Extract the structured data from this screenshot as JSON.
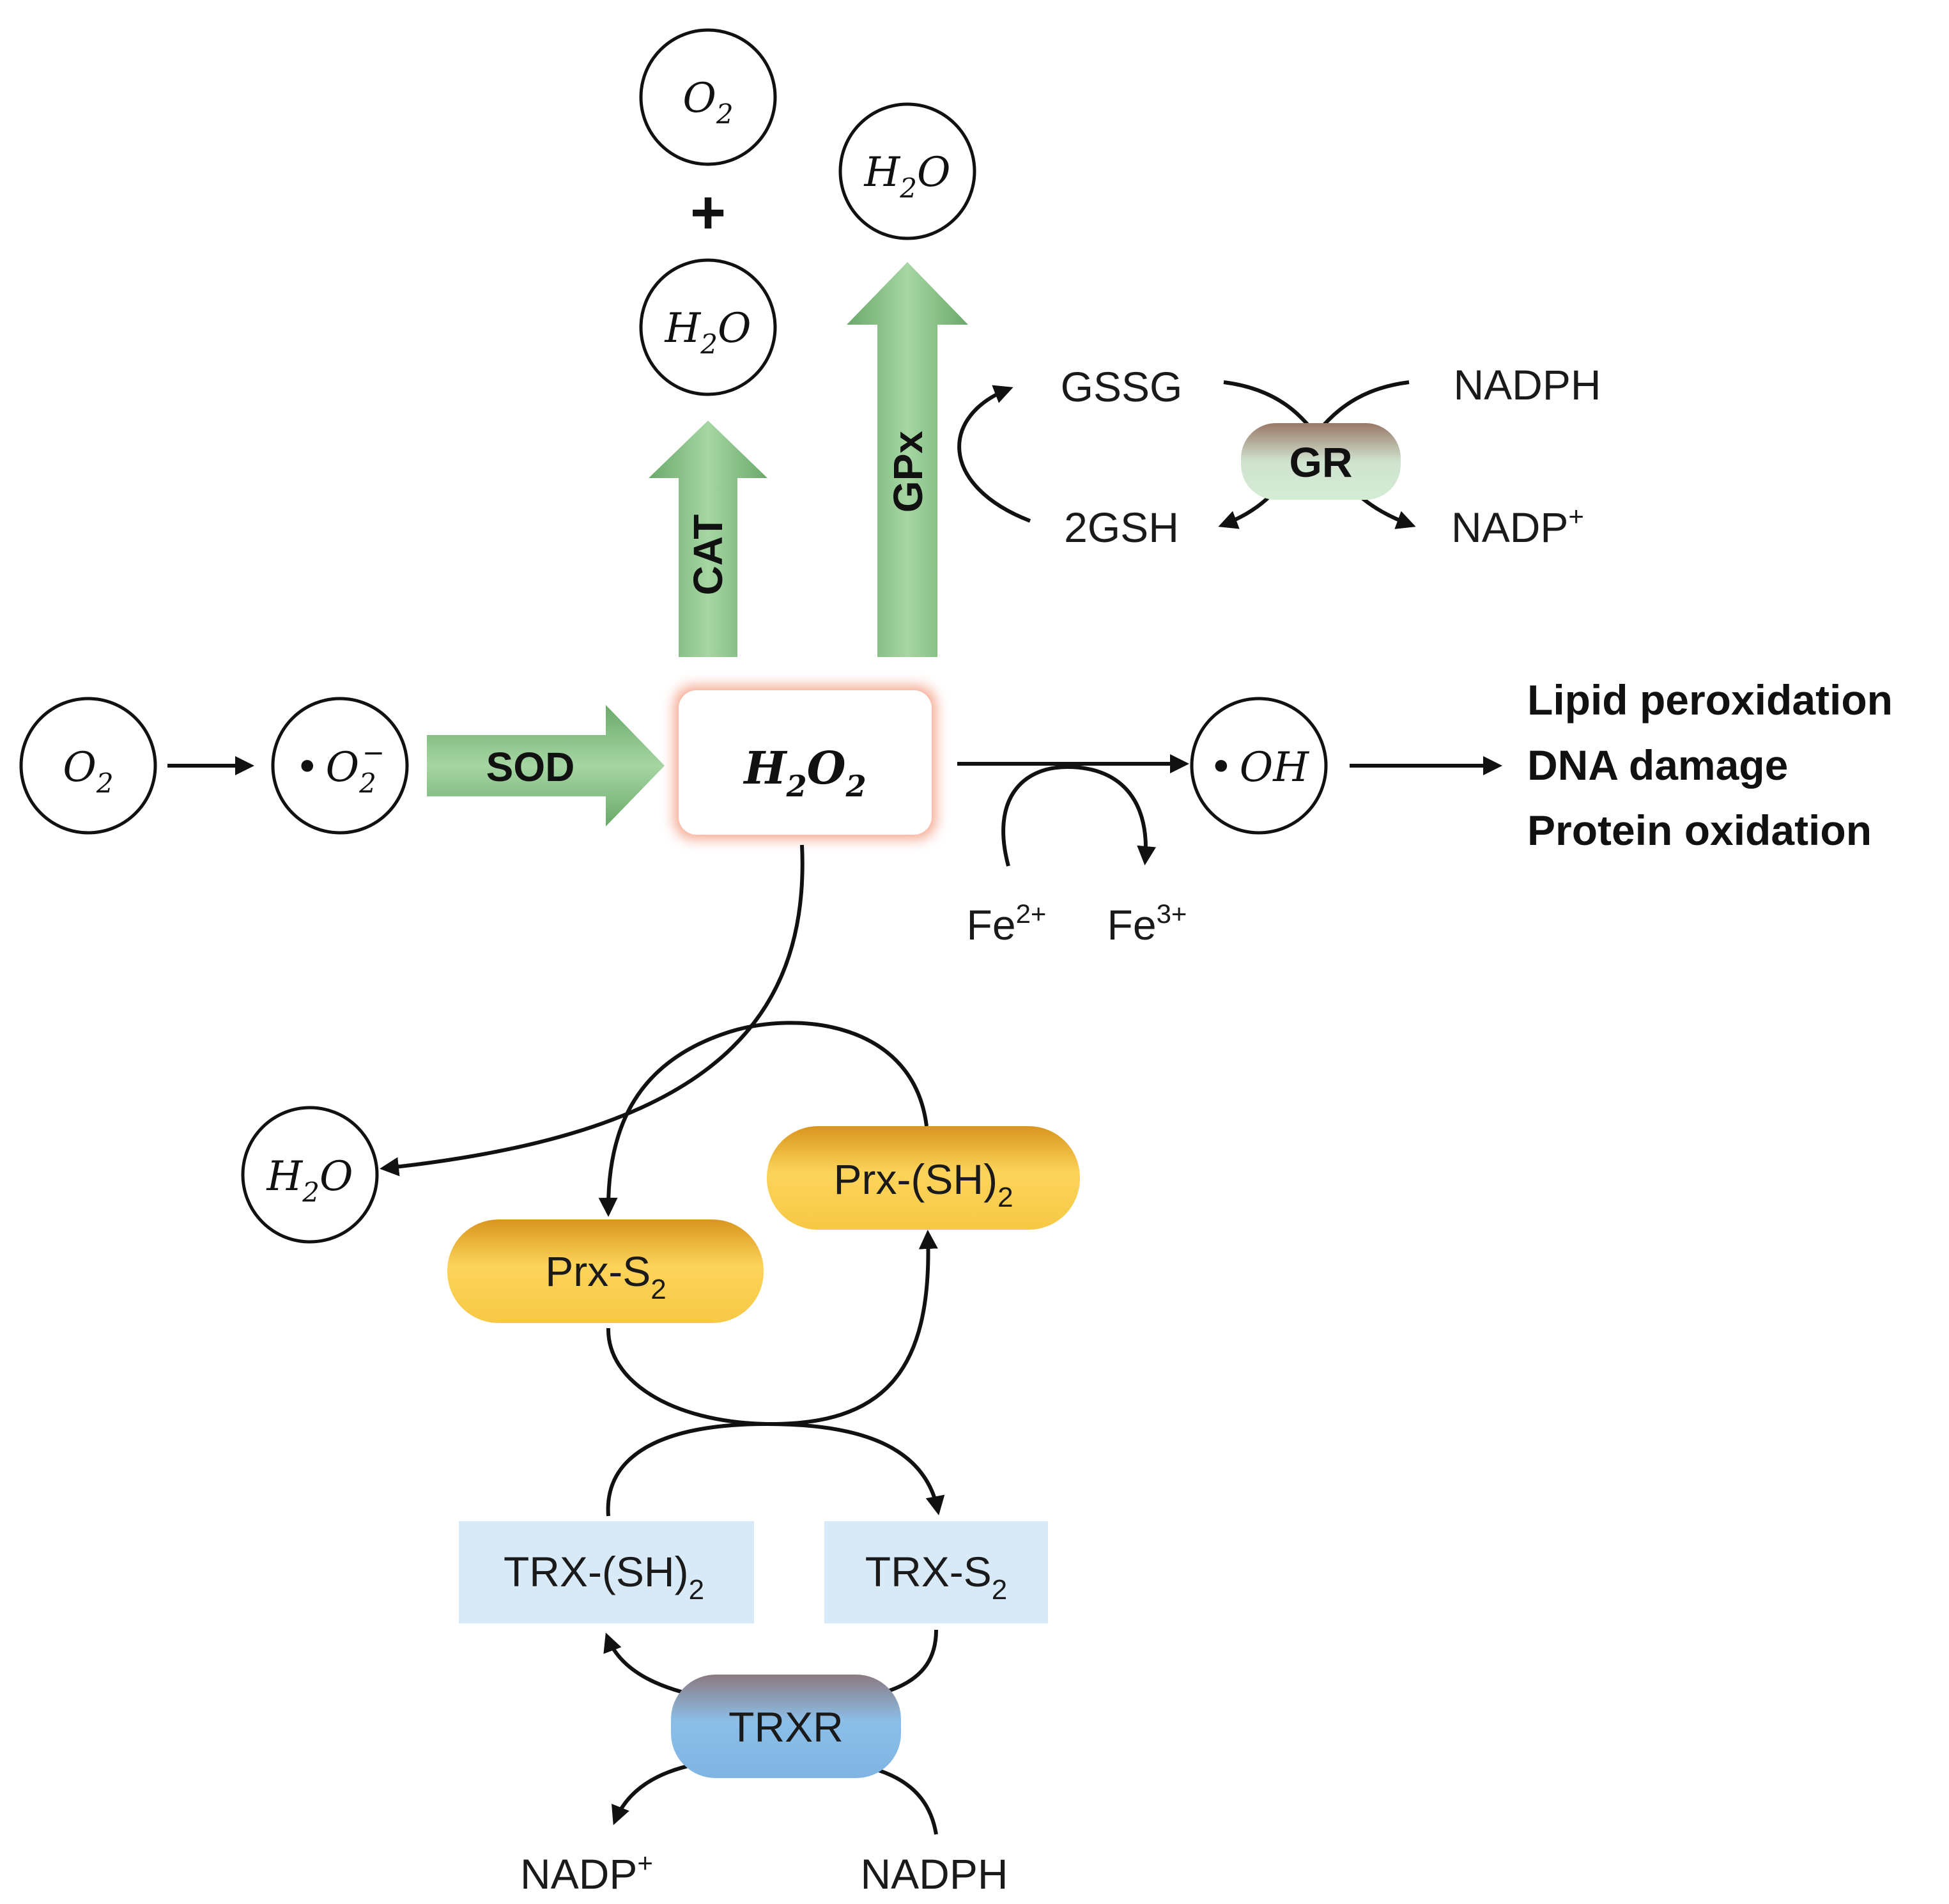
{
  "molecules": {
    "o2_top": {
      "main": "O",
      "sub": "2"
    },
    "plus": "+",
    "h2o_cat": {
      "main": "H",
      "sub": "2",
      "tail": "O"
    },
    "h2o_gpx": {
      "main": "H",
      "sub": "2",
      "tail": "O"
    },
    "o2_left": {
      "main": "O",
      "sub": "2"
    },
    "superoxide": {
      "dot": "•",
      "main": "O",
      "sub": "2",
      "sup": "−"
    },
    "h2o2": {
      "main1": "H",
      "sub1": "2",
      "main2": "O",
      "sub2": "2"
    },
    "hydroxyl": {
      "dot": "•",
      "main": "OH"
    },
    "h2o_prx": {
      "main": "H",
      "sub": "2",
      "tail": "O"
    }
  },
  "enzymes": {
    "sod": "SOD",
    "cat": "CAT",
    "gpx": "GPx",
    "gr": "GR",
    "trxr": "TRXR"
  },
  "glutathione": {
    "gssg": "GSSG",
    "gsh": "2GSH",
    "nadph": "NADPH",
    "nadp": {
      "main": "NADP",
      "sup": "+"
    }
  },
  "fenton": {
    "fe2": {
      "main": "Fe",
      "sup": "2+"
    },
    "fe3": {
      "main": "Fe",
      "sup": "3+"
    }
  },
  "damage": {
    "items": [
      "Lipid peroxidation",
      "DNA damage",
      "Protein oxidation"
    ]
  },
  "peroxiredoxin": {
    "prx_sh2": {
      "main": "Prx-(SH)",
      "sub": "2"
    },
    "prx_s2": {
      "main": "Prx-S",
      "sub": "2"
    },
    "trx_sh2": {
      "main": "TRX-(SH)",
      "sub": "2"
    },
    "trx_s2": {
      "main": "TRX-S",
      "sub": "2"
    },
    "nadp": {
      "main": "NADP",
      "sup": "+"
    },
    "nadph": "NADPH"
  },
  "colors": {
    "green_arrow": "#8cc48a",
    "prx_pill": "#f7c845",
    "trx_box": "#d8e9f8",
    "trxr_pill": "#8bbfe8",
    "gr_pill": "#cfe3cf",
    "h2o2_glow": "#f08a6a"
  }
}
